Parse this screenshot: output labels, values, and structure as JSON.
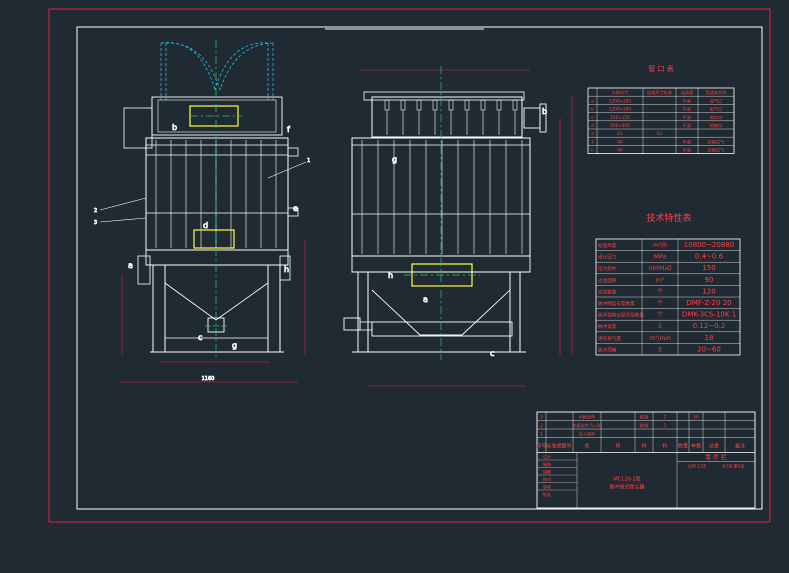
{
  "colors": {
    "background": "#202a33",
    "outer_frame": "#e0203a",
    "inner_frame": "#ffffff",
    "equipment": "#ffffff",
    "centerline": "#20d060",
    "dimension": "#e02040",
    "callout": "#ffff40",
    "nozzle_tag": "#ffffff",
    "cyan_duct": "#20c0e0",
    "table_grid": "#ffffff",
    "table_text": "#ff4040",
    "title_text": "#ff4040"
  },
  "front_view": {
    "callouts": [
      "b",
      "f",
      "e",
      "d",
      "a",
      "h",
      "c",
      "g"
    ],
    "leaders": [
      "1",
      "2",
      "3"
    ],
    "dims": [
      "1160"
    ]
  },
  "side_view": {
    "callouts": [
      "g",
      "h",
      "a",
      "b",
      "c"
    ]
  },
  "nozzle_table": {
    "title": "管 口 表",
    "headers": [
      "",
      "公称尺寸",
      "连接尺寸标准",
      "连接面",
      "用途或名称"
    ],
    "rows": [
      [
        "a",
        "1200×300",
        "",
        "平面",
        "进气口"
      ],
      [
        "b",
        "1200×300",
        "",
        "平面",
        "出气口"
      ],
      [
        "c",
        "150×150",
        "",
        "平面",
        "卸灰口"
      ],
      [
        "d",
        "500×400",
        "",
        "平面",
        "检修口"
      ],
      [
        "e",
        "G1",
        "G1",
        "",
        ""
      ],
      [
        "f",
        "40",
        "",
        "平面",
        "压缩空气"
      ],
      [
        "h",
        "40",
        "",
        "平面",
        "压缩空气"
      ]
    ]
  },
  "tech_table": {
    "title": "技术特性表",
    "rows": [
      [
        "处理风量",
        "m³/h",
        "10800~20880"
      ],
      [
        "设计压力",
        "MPa",
        "0.4~0.6"
      ],
      [
        "压力损失",
        "mmH₂O",
        "150"
      ],
      [
        "过滤面积",
        "m²",
        "90"
      ],
      [
        "滤袋数量",
        "个",
        "120"
      ],
      [
        "脉冲阀型号及数量",
        "个",
        "DMF-Z-20 20"
      ],
      [
        "脉冲控制仪型号及数量",
        "个",
        "DMK-3CS-10K 1"
      ],
      [
        "脉冲宽度",
        "S",
        "0.12~0.2"
      ],
      [
        "清灰耗气量",
        "m³/min",
        "18"
      ],
      [
        "脉冲周期",
        "S",
        "20~60"
      ]
    ]
  },
  "title_block": {
    "parts_rows": [
      [
        "3",
        "",
        "外箱部件",
        "",
        "碳钢",
        "1",
        "",
        "50"
      ],
      [
        "2",
        "",
        "花板部件 δ=50",
        "",
        "碳钢",
        "1",
        "",
        ""
      ],
      [
        "1",
        "",
        "灰斗部件",
        "",
        "",
        "",
        "",
        ""
      ]
    ],
    "parts_header": [
      "序号",
      "标准或图号",
      "名",
      "称",
      "材",
      "料",
      "数量",
      "单重",
      "总重",
      "备注"
    ],
    "parts_label": "零  件  栏",
    "drawing_name": "MC120-1型",
    "drawing_subtitle": "脉冲袋式除尘器",
    "scale_label": "比例 1:20",
    "sheet_label": "共1张 第1张",
    "sign_rows": [
      "设计",
      "制图",
      "描图",
      "校对",
      "审核",
      "批准"
    ]
  }
}
